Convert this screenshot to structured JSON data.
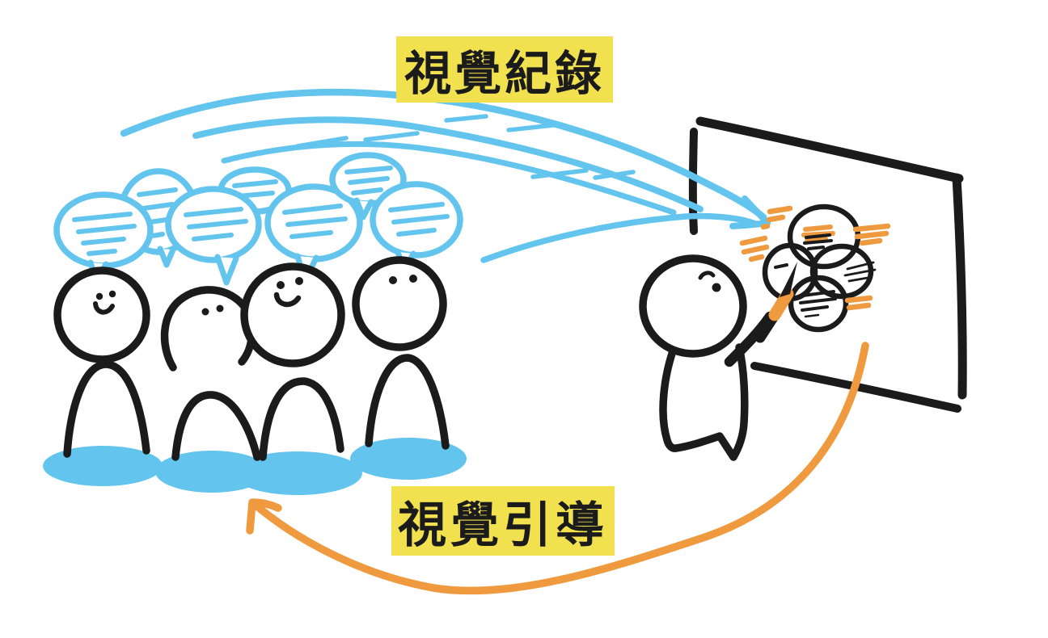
{
  "labels": {
    "visual_recording": "視覺紀錄",
    "visual_facilitation": "視覺引導"
  },
  "colors": {
    "sky_blue": "#63C5EE",
    "marker_orange": "#EF9A3F",
    "highlight_yellow": "#F2E14E",
    "ink_black": "#1B1B1B",
    "background": "#FFFFFF"
  },
  "scene": {
    "audience_figures": 4,
    "speech_bubbles": 7,
    "whiteboard_sketch_circles": 4,
    "blue_arrow_flow": "speech-bubbles-to-whiteboard",
    "orange_arrow_flow": "whiteboard-to-audience"
  }
}
